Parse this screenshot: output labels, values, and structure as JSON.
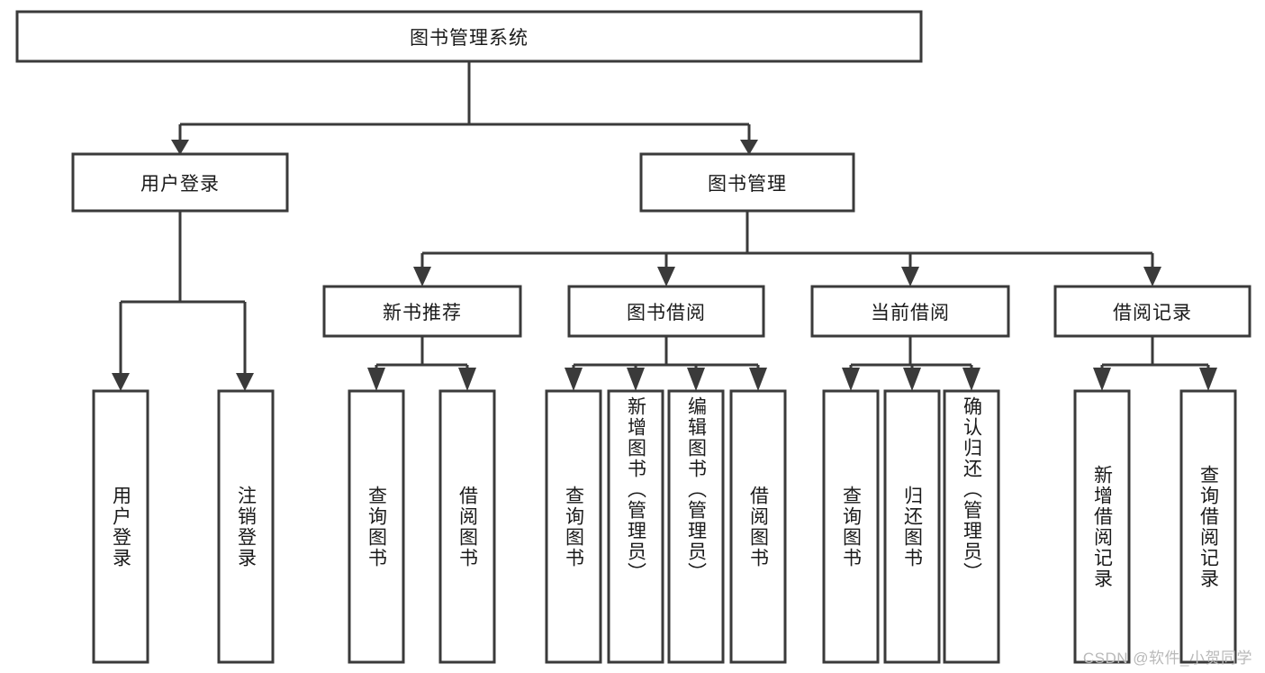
{
  "diagram": {
    "type": "tree-hierarchy-chart",
    "title": "图书管理系统",
    "watermark": "CSDN @软件_小贺同学",
    "colors": {
      "box_stroke": "#3a3a3a",
      "box_fill": "#ffffff",
      "connector": "#3a3a3a",
      "text": "#1a1a1a",
      "background": "#ffffff",
      "watermark": "#b9b9b9"
    },
    "levels": [
      {
        "level": 1,
        "nodes": [
          {
            "id": "root",
            "label": "图书管理系统",
            "orientation": "horizontal"
          }
        ]
      },
      {
        "level": 2,
        "nodes": [
          {
            "id": "login",
            "label": "用户登录",
            "orientation": "horizontal",
            "parent": "root"
          },
          {
            "id": "bookmgmt",
            "label": "图书管理",
            "orientation": "horizontal",
            "parent": "root"
          }
        ]
      },
      {
        "level": 3,
        "nodes": [
          {
            "id": "newbook",
            "label": "新书推荐",
            "orientation": "horizontal",
            "parent": "bookmgmt"
          },
          {
            "id": "borrow",
            "label": "图书借阅",
            "orientation": "horizontal",
            "parent": "bookmgmt"
          },
          {
            "id": "current",
            "label": "当前借阅",
            "orientation": "horizontal",
            "parent": "bookmgmt"
          },
          {
            "id": "records",
            "label": "借阅记录",
            "orientation": "horizontal",
            "parent": "bookmgmt"
          }
        ]
      },
      {
        "level": 4,
        "nodes": [
          {
            "id": "leaf-1",
            "label": "用户登录",
            "orientation": "vertical",
            "parent": "login"
          },
          {
            "id": "leaf-2",
            "label": "注销登录",
            "orientation": "vertical",
            "parent": "login"
          },
          {
            "id": "leaf-3",
            "label": "查询图书",
            "orientation": "vertical",
            "parent": "newbook"
          },
          {
            "id": "leaf-4",
            "label": "借阅图书",
            "orientation": "vertical",
            "parent": "newbook"
          },
          {
            "id": "leaf-5",
            "label": "查询图书",
            "orientation": "vertical",
            "parent": "borrow"
          },
          {
            "id": "leaf-6",
            "label": "新增图书（管理员）",
            "orientation": "vertical",
            "parent": "borrow"
          },
          {
            "id": "leaf-7",
            "label": "编辑图书（管理员）",
            "orientation": "vertical",
            "parent": "borrow"
          },
          {
            "id": "leaf-8",
            "label": "借阅图书",
            "orientation": "vertical",
            "parent": "borrow"
          },
          {
            "id": "leaf-9",
            "label": "查询图书",
            "orientation": "vertical",
            "parent": "current"
          },
          {
            "id": "leaf-10",
            "label": "归还图书",
            "orientation": "vertical",
            "parent": "current"
          },
          {
            "id": "leaf-11",
            "label": "确认归还（管理员）",
            "orientation": "vertical",
            "parent": "current"
          },
          {
            "id": "leaf-12",
            "label": "新增借阅记录",
            "orientation": "vertical",
            "parent": "records"
          },
          {
            "id": "leaf-13",
            "label": "查询借阅记录",
            "orientation": "vertical",
            "parent": "records"
          }
        ]
      }
    ]
  }
}
